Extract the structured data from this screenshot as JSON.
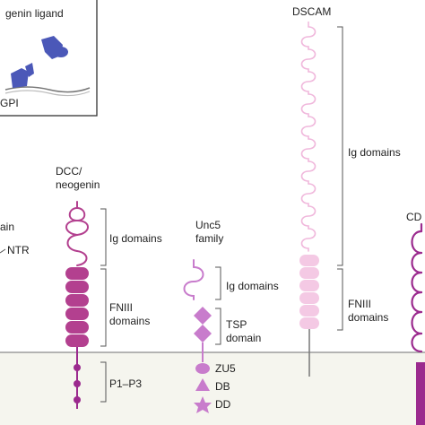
{
  "colors": {
    "purple": "#9b2a8e",
    "magenta": "#b3408f",
    "lilac": "#c87ccc",
    "pink_pale": "#f4c9e4",
    "pink_light": "#e9a7d0",
    "membrane": "#f5f5ee",
    "ligand_blue": "#4b58b8"
  },
  "inset": {
    "title": "genin ligand",
    "gpi": "GPI"
  },
  "left_fragments": {
    "ain": "ain",
    "ntr": "NTR"
  },
  "dcc": {
    "name_line1": "DCC/",
    "name_line2": "neogenin",
    "ig": "Ig domains",
    "fniii_line1": "FNIII",
    "fniii_line2": "domains",
    "p": "P1–P3"
  },
  "unc5": {
    "name_line1": "Unc5",
    "name_line2": "family",
    "ig": "Ig domains",
    "tsp_line1": "TSP",
    "tsp_line2": "domain",
    "zu5": "ZU5",
    "db": "DB",
    "dd": "DD"
  },
  "dscam": {
    "name": "DSCAM",
    "ig": "Ig domains",
    "fniii_line1": "FNIII",
    "fniii_line2": "domains"
  },
  "cd": {
    "name": "CD"
  }
}
